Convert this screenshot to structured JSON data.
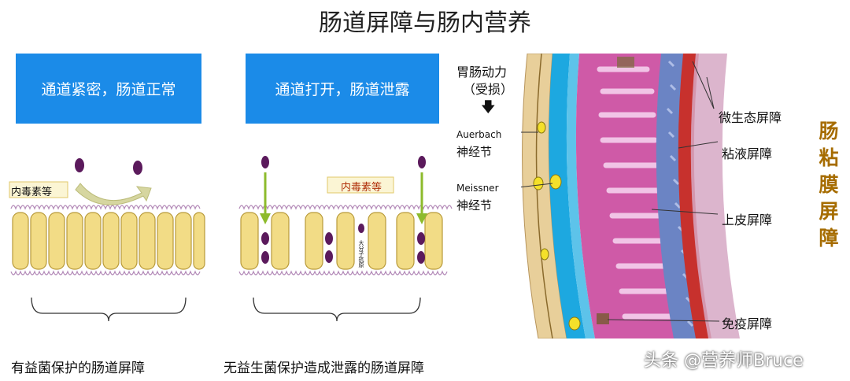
{
  "title": "肠道屏障与肠内营养",
  "left_panel": {
    "box_text": "通道紧密，肠道正常",
    "toxin_label": "内毒素等",
    "caption": "有益菌保护的肠道屏障"
  },
  "middle_panel": {
    "box_text": "通道打开，肠道泄露",
    "toxin_label": "内毒素等",
    "macromolecule_label": "大分子抗原",
    "caption": "无益生菌保护造成泄露的肠道屏障"
  },
  "right_panel": {
    "motility_label": "胃肠动力\n（受损）",
    "motility_line1": "胃肠动力",
    "motility_line2": "（受损）",
    "auerbach_line1": "Auerbach",
    "auerbach_line2": "神经节",
    "meissner_line1": "Meissner",
    "meissner_line2": "神经节",
    "labels": {
      "microbial": "微生态屏障",
      "mucus": "粘液屏障",
      "epithelial": "上皮屏障",
      "immune": "免疫屏障"
    },
    "vertical_title": [
      "肠",
      "粘",
      "膜",
      "屏",
      "障"
    ]
  },
  "watermark": "头条 @营养师Bruce",
  "colors": {
    "box_blue": "#1b8be8",
    "cell_yellow": "#f2dc86",
    "toxin_purple": "#5b1a5c",
    "arrow_green": "#8dbb2c",
    "title_gold": "#a66c00"
  }
}
